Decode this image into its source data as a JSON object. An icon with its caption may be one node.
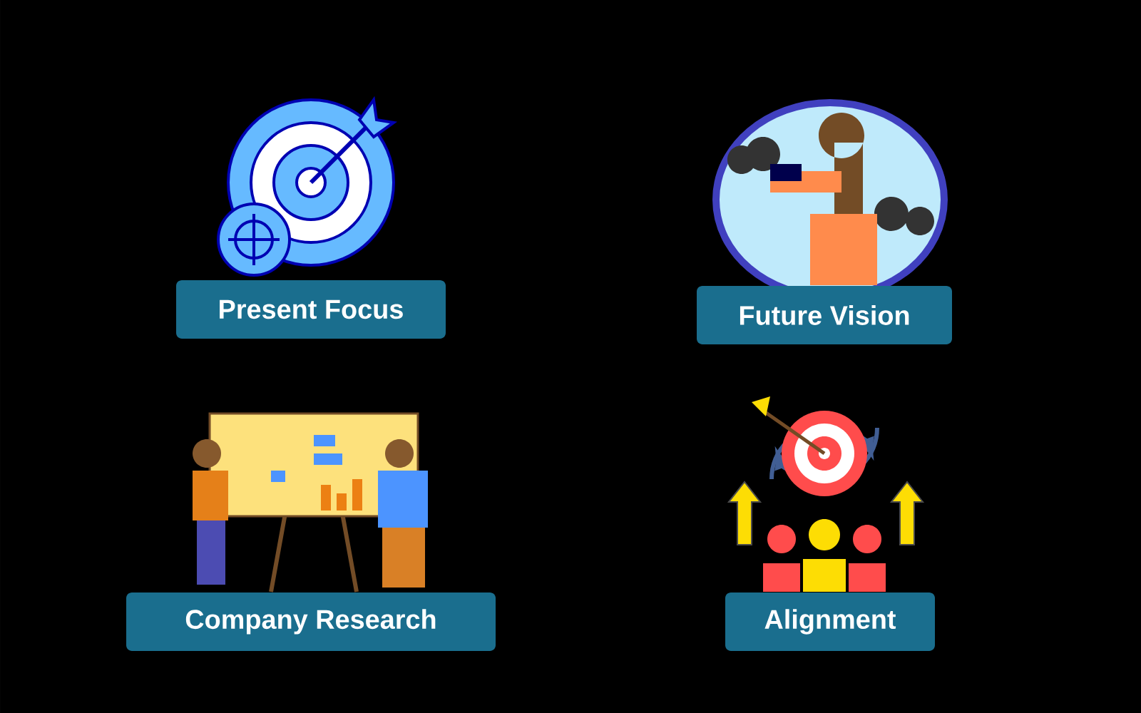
{
  "diagram": {
    "nodes": [
      {
        "text": [
          "Present Focus"
        ]
      },
      {
        "text": [
          "Future Vision"
        ]
      },
      {
        "text": [
          "Company Research"
        ]
      },
      {
        "text": [
          "Alignment"
        ]
      }
    ]
  }
}
